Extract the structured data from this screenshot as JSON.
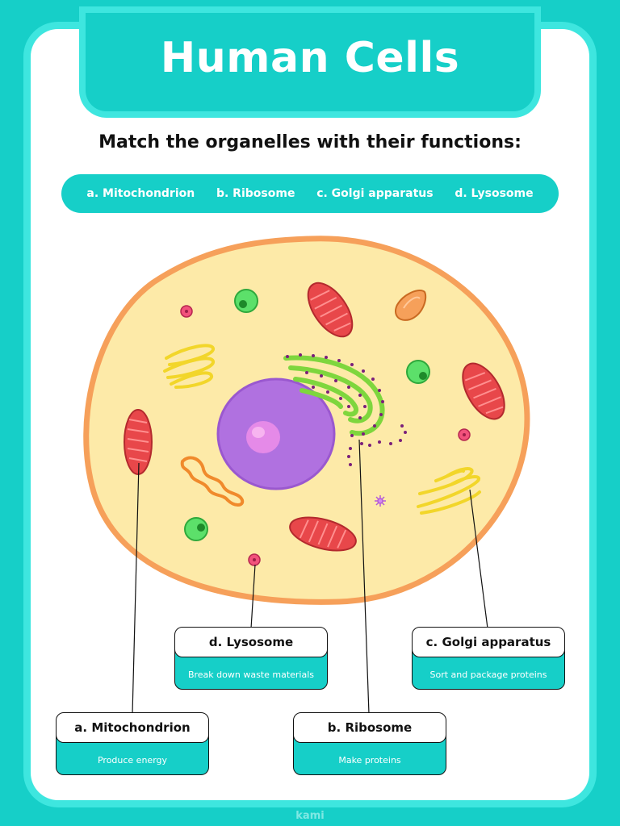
{
  "title": "Human Cells",
  "subtitle": "Match the organelles with their functions:",
  "options": [
    "a. Mitochondrion",
    "b. Ribosome",
    "c. Golgi apparatus",
    "d. Lysosome"
  ],
  "labels": {
    "mitochondrion": {
      "name": "a. Mitochondrion",
      "function": "Produce energy"
    },
    "ribosome": {
      "name": "b. Ribosome",
      "function": "Make proteins"
    },
    "golgi": {
      "name": "c. Golgi apparatus",
      "function": "Sort and package proteins"
    },
    "lysosome": {
      "name": "d. Lysosome",
      "function": "Break down waste materials"
    }
  },
  "watermark": "kami",
  "colors": {
    "teal": "#16cfc8",
    "teal_light": "#3ee6df",
    "cytoplasm": "#fdeaa8",
    "membrane": "#f6a05a",
    "nucleus": "#b071e0",
    "mitochondrion": "#e8474a",
    "er": "#7ed63d",
    "golgi": "#f2d62a"
  }
}
